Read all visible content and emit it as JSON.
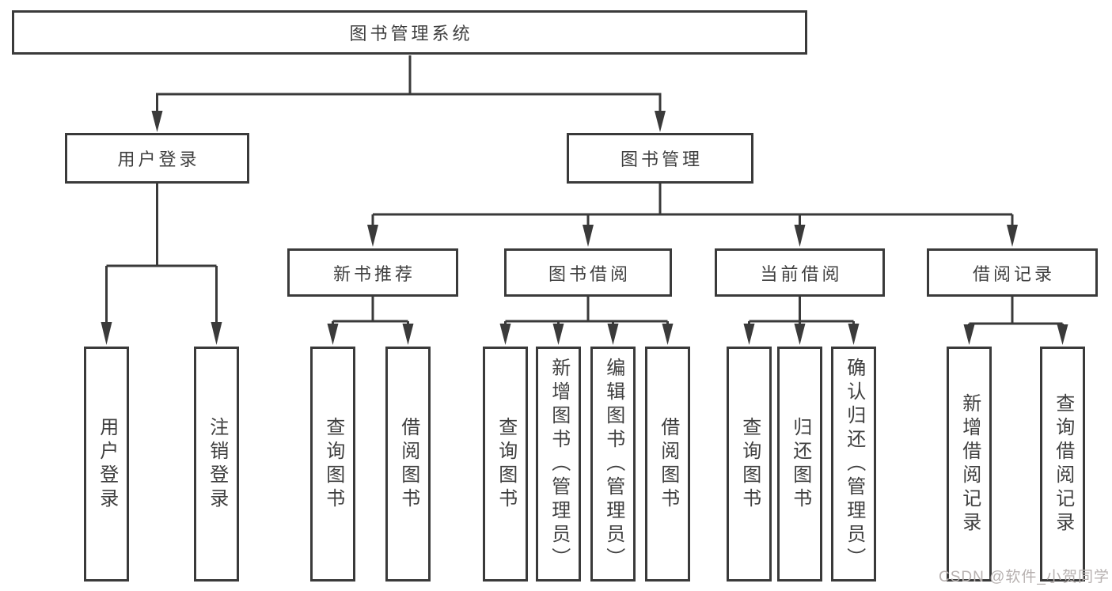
{
  "diagram": {
    "type": "tree",
    "colors": {
      "line": "#3a3a3a",
      "box_border": "#3a3a3a",
      "text": "#3f3f3f",
      "background": "#ffffff",
      "watermark": "#b7b1b0"
    },
    "tree": {
      "label": "图书管理系统",
      "children": [
        {
          "label": "用户登录",
          "children": [
            {
              "label": "用户登录"
            },
            {
              "label": "注销登录"
            }
          ]
        },
        {
          "label": "图书管理",
          "children": [
            {
              "label": "新书推荐",
              "children": [
                {
                  "label": "查询图书"
                },
                {
                  "label": "借阅图书"
                }
              ]
            },
            {
              "label": "图书借阅",
              "children": [
                {
                  "label": "查询图书"
                },
                {
                  "label": "新增图书（管理员）"
                },
                {
                  "label": "编辑图书（管理员）"
                },
                {
                  "label": "借阅图书"
                }
              ]
            },
            {
              "label": "当前借阅",
              "children": [
                {
                  "label": "查询图书"
                },
                {
                  "label": "归还图书"
                },
                {
                  "label": "确认归还（管理员）"
                }
              ]
            },
            {
              "label": "借阅记录",
              "children": [
                {
                  "label": "新增借阅记录"
                },
                {
                  "label": "查询借阅记录"
                }
              ]
            }
          ]
        }
      ]
    }
  },
  "watermark": {
    "text": "CSDN @软件_小贺同学"
  }
}
